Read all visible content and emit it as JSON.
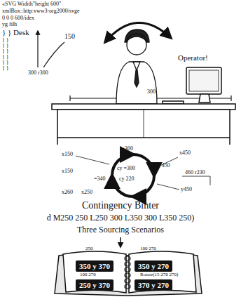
{
  "diagram": {
    "title": "Contingency Binter",
    "nodes": [
      {
        "text": [
          "350 y 370"
        ]
      },
      {
        "text": [
          "350 y 270"
        ]
      },
      {
        "text": [
          "250 y 370"
        ]
      },
      {
        "text": [
          "370 y 270"
        ]
      }
    ],
    "labels": [
      "«SVG Widith\"height 600\"",
      "xmlBox::http:vww3-org2000/svge",
      "0 0 0 600/idex",
      "yg filh",
      "} } Desk",
      "} }",
      "} }",
      "} }",
      "} }",
      "} }",
      "} }",
      "150",
      "Operator!",
      "300 r300",
      "300",
      "300",
      "x150",
      "x450",
      "x150",
      "cy =300",
      "r 450",
      "=340",
      "cy 220",
      "460 r230",
      "y450",
      "x260",
      "x250",
      "d M250 250 L250 300 L350 300 L350 250)",
      "Three Sourcing Scenarios",
      "250",
      "100 270",
      "100 270",
      "Rotate(15 270 270)"
    ]
  }
}
